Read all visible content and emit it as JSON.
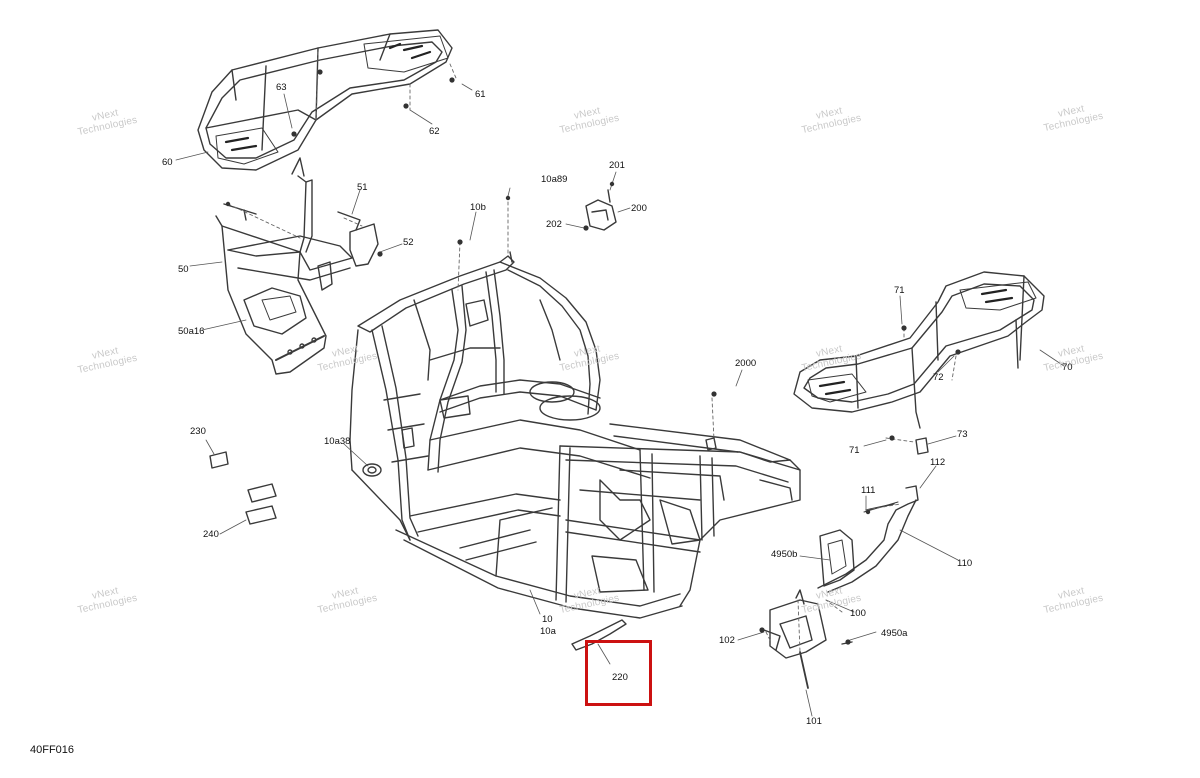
{
  "watermark": {
    "line1": "vNext",
    "line2": "Technologies"
  },
  "callouts": {
    "c61": "61",
    "c62": "62",
    "c63": "63",
    "c60": "60",
    "c51": "51",
    "c52": "52",
    "c50": "50",
    "c50a16": "50a16",
    "c10a89": "10a89",
    "c201": "201",
    "c200": "200",
    "c202": "202",
    "c10b": "10b",
    "c71top": "71",
    "c72": "72",
    "c70": "70",
    "c2000": "2000",
    "c230": "230",
    "c240": "240",
    "c10a38": "10a38",
    "c71bot": "71",
    "c73": "73",
    "c112": "112",
    "c111": "111",
    "c110": "110",
    "c4950b": "4950b",
    "c100": "100",
    "c4950a": "4950a",
    "c102": "102",
    "c101": "101",
    "c10": "10",
    "c10a": "10a",
    "c220": "220"
  },
  "figure_code": "40FF016",
  "highlight": {
    "target": "220",
    "color": "#cc1111"
  }
}
